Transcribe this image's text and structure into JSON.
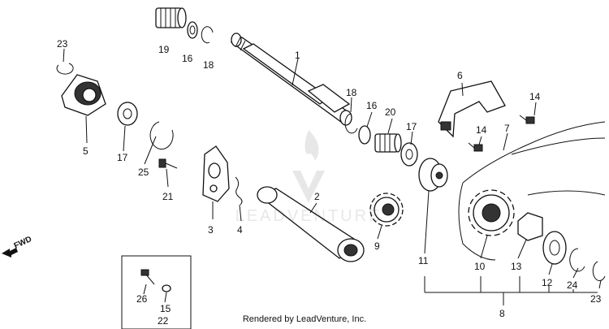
{
  "footer": "Rendered by LeadVenture, Inc.",
  "watermark_text": "LEADVENTURE",
  "direction_label": "FWD",
  "callouts": [
    "1",
    "2",
    "3",
    "4",
    "5",
    "6",
    "7",
    "8",
    "9",
    "10",
    "11",
    "12",
    "13",
    "14",
    "14",
    "15",
    "16",
    "16",
    "17",
    "17",
    "18",
    "18",
    "19",
    "20",
    "21",
    "22",
    "23",
    "23",
    "24",
    "25",
    "26"
  ]
}
